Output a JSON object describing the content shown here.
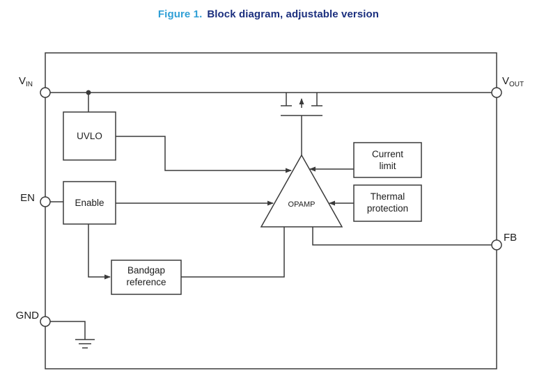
{
  "title": {
    "figure_label": "Figure 1.",
    "text": "Block diagram, adjustable version"
  },
  "colors": {
    "figure_label": "#2f9fd6",
    "title_text": "#1b2f7e",
    "line": "#3a3a3a",
    "background": "#ffffff"
  },
  "pins": {
    "vin": {
      "base": "V",
      "sub": "IN"
    },
    "vout": {
      "base": "V",
      "sub": "OUT"
    },
    "en": {
      "label": "EN"
    },
    "fb": {
      "label": "FB"
    },
    "gnd": {
      "label": "GND"
    }
  },
  "blocks": {
    "uvlo": {
      "label": "UVLO"
    },
    "enable": {
      "label": "Enable"
    },
    "bandgap": {
      "line1": "Bandgap",
      "line2": "reference"
    },
    "current_limit": {
      "line1": "Current",
      "line2": "limit"
    },
    "thermal": {
      "line1": "Thermal",
      "line2": "protection"
    },
    "opamp": {
      "label": "OPAMP"
    }
  }
}
